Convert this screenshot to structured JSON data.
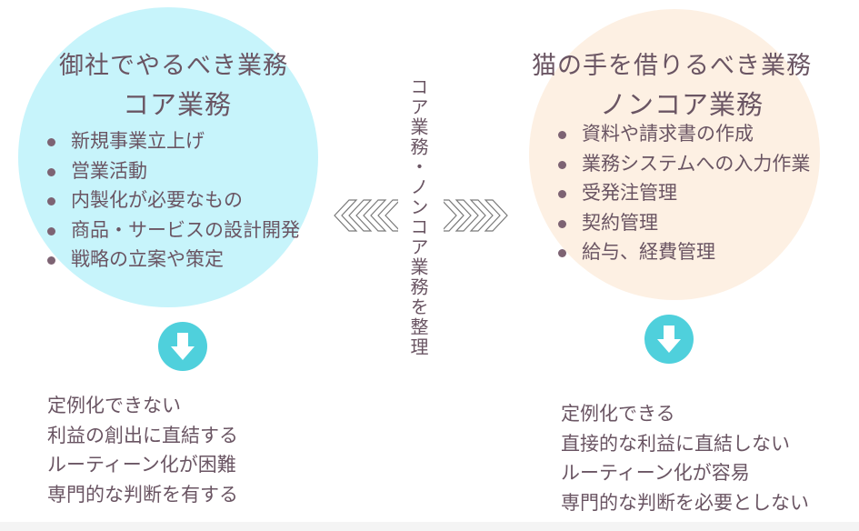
{
  "left": {
    "title_line1": "御社でやるべき業務",
    "title_line2": "コア業務",
    "bullets": [
      "新規事業立上げ",
      "営業活動",
      "内製化が必要なもの",
      "商品・サービスの設計開発",
      "戦略の立案や策定"
    ],
    "traits": [
      "定例化できない",
      "利益の創出に直結する",
      "ルーティーン化が困難",
      "専門的な判断を有する"
    ],
    "circle_color": "#c7f4fb"
  },
  "right": {
    "title_line1": "猫の手を借りるべき業務",
    "title_line2": "ノンコア業務",
    "bullets": [
      "資料や請求書の作成",
      "業務システムへの入力作業",
      "受発注管理",
      "契約管理",
      "給与、経費管理"
    ],
    "traits": [
      "定例化できる",
      "直接的な利益に直結しない",
      "ルーティーン化が容易",
      "専門的な判断を必要としない"
    ],
    "circle_color": "#fdf0e3"
  },
  "center_label": "コア業務・ノンコア業務を整理",
  "icons": {
    "left_chevrons": "chevrons-left-icon",
    "right_chevrons": "chevrons-right-icon",
    "down_arrow": "arrow-down-circle-icon"
  },
  "accent_color": "#4fd0dc"
}
